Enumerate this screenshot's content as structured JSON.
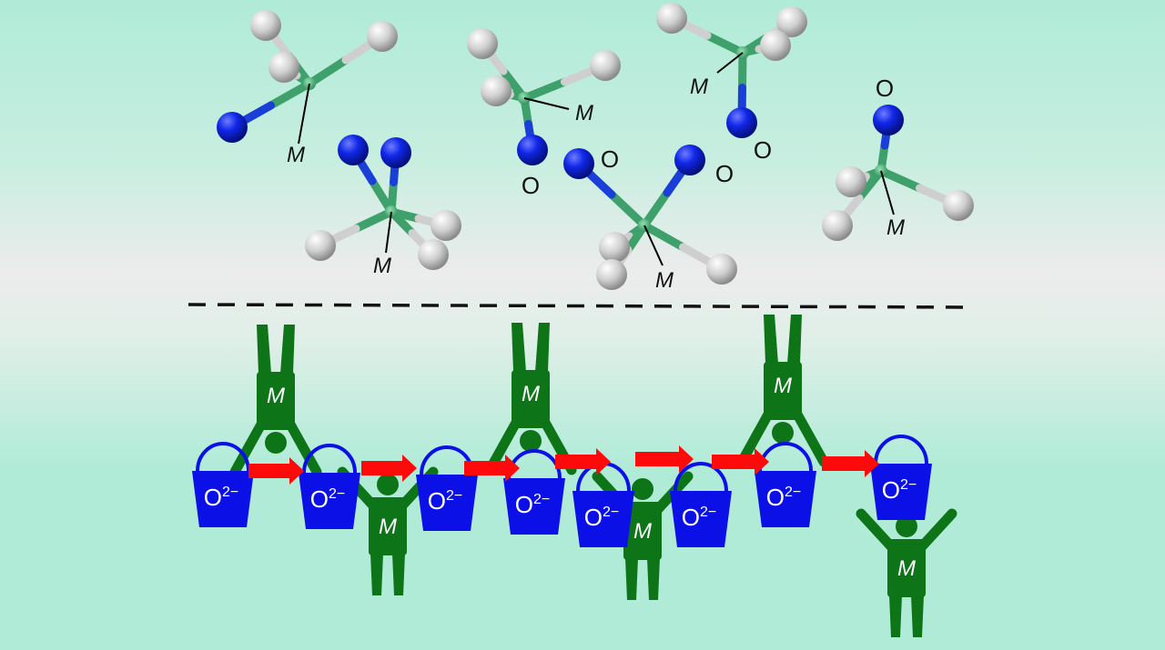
{
  "labels": {
    "metal": "M",
    "oxygen": "O",
    "oxide_ion": "O",
    "oxide_sup": "2−"
  },
  "colors": {
    "background": "#b0ebd8",
    "metal_bond": "#3ea06a",
    "oxygen_atom": "#0a1ee0",
    "ligand_atom": "#c8c8c8",
    "figure": "#0e7418",
    "bucket": "#0a10e6",
    "arrow": "#ff0a0a",
    "divider": "#111111"
  },
  "icons": {
    "molecule": "molecular-model-icon",
    "person": "person-figure-icon",
    "bucket": "oxide-bucket-icon",
    "arrow": "transfer-arrow-icon"
  }
}
